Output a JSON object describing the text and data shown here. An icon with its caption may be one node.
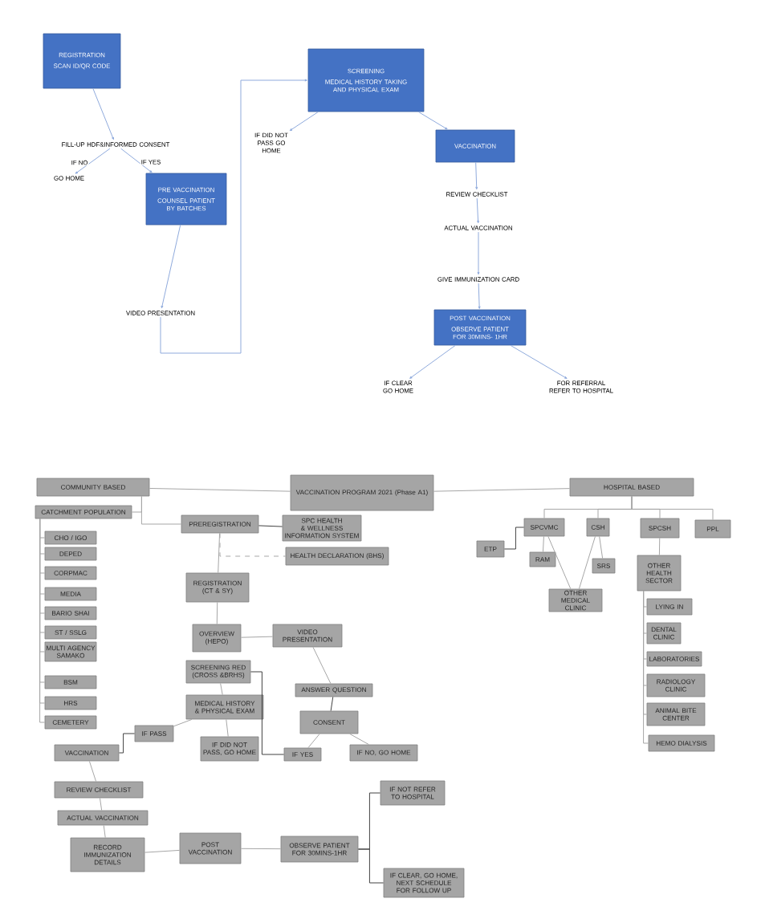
{
  "diagram": {
    "nodes": [
      {
        "text": [
          "REGISTRATION",
          "SCAN ID/QR CODE"
        ]
      },
      {
        "text": [
          "FILL-UP HDF&INFORMED CONSENT"
        ]
      },
      {
        "text": [
          "GO HOME"
        ]
      },
      {
        "text": [
          "PRE VACCINATION",
          "COUNSEL PATIENT BY BATCHES"
        ]
      },
      {
        "text": [
          "VIDEO PRESENTATION"
        ]
      },
      {
        "text": [
          "SCREENING",
          "MEDICAL HISTORY TAKING AND PHYSICAL EXAM"
        ]
      },
      {
        "text": [
          "IF DID NOT PASS GO HOME"
        ]
      },
      {
        "text": [
          "VACCINATION"
        ]
      },
      {
        "text": [
          "REVIEW CHECKLIST"
        ]
      },
      {
        "text": [
          "ACTUAL VACCINATION"
        ]
      },
      {
        "text": [
          "GIVE IMMUNIZATION CARD"
        ]
      },
      {
        "text": [
          "POST VACCINATION",
          "OBSERVE PATIENT FOR 30MINS- 1HR"
        ]
      },
      {
        "text": [
          "IF CLEAR GO HOME"
        ]
      },
      {
        "text": [
          "FOR REFERRAL REFER TO HOSPITAL"
        ]
      },
      {
        "text": [
          "COMMUNITY BASED"
        ]
      },
      {
        "text": [
          "VACCINATION PROGRAM 2021 (Phase A1)"
        ]
      },
      {
        "text": [
          "HOSPITAL BASED"
        ]
      },
      {
        "text": [
          "CATCHMENT POPULATION"
        ]
      },
      {
        "text": [
          "CHO / IGO"
        ]
      },
      {
        "text": [
          "DEPED"
        ]
      },
      {
        "text": [
          "CORPMAC"
        ]
      },
      {
        "text": [
          "MEDIA"
        ]
      },
      {
        "text": [
          "BARIO SHAI"
        ]
      },
      {
        "text": [
          "ST / SSLG"
        ]
      },
      {
        "text": [
          "MULTI AGENCY SAMAKO"
        ]
      },
      {
        "text": [
          "BSM"
        ]
      },
      {
        "text": [
          "HRS"
        ]
      },
      {
        "text": [
          "CEMETERY"
        ]
      },
      {
        "text": [
          "PREREGISTRATION"
        ]
      },
      {
        "text": [
          "SPC HEALTH & WELLNESS INFORMATION SYSTEM"
        ]
      },
      {
        "text": [
          "HEALTH DECLARATION (BHS)"
        ]
      },
      {
        "text": [
          "REGISTRATION (CT & SY)"
        ]
      },
      {
        "text": [
          "OVERVIEW (HEPO)"
        ]
      },
      {
        "text": [
          "VIDEO PRESENTATION"
        ]
      },
      {
        "text": [
          "SCREENING RED (CROSS &BRHS)"
        ]
      },
      {
        "text": [
          "MEDICAL HISTORY & PHYSICAL EXAM"
        ]
      },
      {
        "text": [
          "IF DID NOT PASS, GO HOME"
        ]
      },
      {
        "text": [
          "ANSWER QUESTION"
        ]
      },
      {
        "text": [
          "CONSENT"
        ]
      },
      {
        "text": [
          "IF YES"
        ]
      },
      {
        "text": [
          "IF NO, GO HOME"
        ]
      },
      {
        "text": [
          "IF PASS"
        ]
      },
      {
        "text": [
          "VACCINATION"
        ]
      },
      {
        "text": [
          "REVIEW CHECKLIST"
        ]
      },
      {
        "text": [
          "ACTUAL VACCINATION"
        ]
      },
      {
        "text": [
          "RECORD IMMUNIZATION DETAILS"
        ]
      },
      {
        "text": [
          "POST VACCINATION"
        ]
      },
      {
        "text": [
          "OBSERVE PATIENT FOR 30MINS-1HR"
        ]
      },
      {
        "text": [
          "IF NOT REFER TO HOSPITAL"
        ]
      },
      {
        "text": [
          "IF CLEAR, GO HOME, NEXT SCHEDULE FOR FOLLOW UP"
        ]
      },
      {
        "text": [
          "ETP"
        ]
      },
      {
        "text": [
          "SPCVMC"
        ]
      },
      {
        "text": [
          "RAM"
        ]
      },
      {
        "text": [
          "CSH"
        ]
      },
      {
        "text": [
          "SRS"
        ]
      },
      {
        "text": [
          "OTHER MEDICAL CLINIC"
        ]
      },
      {
        "text": [
          "SPCSH"
        ]
      },
      {
        "text": [
          "PPL"
        ]
      },
      {
        "text": [
          "OTHER HEALTH SECTOR"
        ]
      },
      {
        "text": [
          "LYING IN"
        ]
      },
      {
        "text": [
          "DENTAL CLINIC"
        ]
      },
      {
        "text": [
          "LABORATORIES"
        ]
      },
      {
        "text": [
          "RADIOLOGY CLINIC"
        ]
      },
      {
        "text": [
          "ANIMAL BITE CENTER"
        ]
      },
      {
        "text": [
          "HEMO DIALYSIS"
        ]
      }
    ],
    "edges": [
      {
        "from": 0,
        "to": 1,
        "arrow": "to",
        "color": "#8faadc"
      },
      {
        "from": 1,
        "to": 2,
        "arrow": "to",
        "label": "IF NO",
        "color": "#8faadc"
      },
      {
        "from": 1,
        "to": 3,
        "arrow": "to",
        "label": "IF YES",
        "color": "#8faadc"
      },
      {
        "from": 3,
        "to": 4,
        "arrow": "to",
        "color": "#8faadc"
      },
      {
        "from": 4,
        "to": 5,
        "arrow": "to",
        "color": "#8faadc"
      },
      {
        "from": 5,
        "to": 6,
        "arrow": "to",
        "color": "#8faadc"
      },
      {
        "from": 5,
        "to": 7,
        "arrow": "to",
        "color": "#8faadc"
      },
      {
        "from": 7,
        "to": 8,
        "arrow": "to",
        "color": "#8faadc"
      },
      {
        "from": 8,
        "to": 9,
        "arrow": "to",
        "color": "#8faadc"
      },
      {
        "from": 9,
        "to": 10,
        "arrow": "to",
        "color": "#8faadc"
      },
      {
        "from": 10,
        "to": 11,
        "arrow": "to",
        "color": "#8faadc"
      },
      {
        "from": 11,
        "to": 12,
        "arrow": "to",
        "color": "#8faadc"
      },
      {
        "from": 11,
        "to": 13,
        "arrow": "to",
        "color": "#8faadc"
      },
      {
        "from": 14,
        "to": 15,
        "arrow": "none"
      },
      {
        "from": 15,
        "to": 16,
        "arrow": "none"
      },
      {
        "from": 14,
        "to": 17,
        "arrow": "none"
      },
      {
        "from": 14,
        "to": 28,
        "arrow": "none"
      },
      {
        "from": 17,
        "to": 18,
        "arrow": "none"
      },
      {
        "from": 17,
        "to": 19,
        "arrow": "none"
      },
      {
        "from": 17,
        "to": 20,
        "arrow": "none"
      },
      {
        "from": 17,
        "to": 21,
        "arrow": "none"
      },
      {
        "from": 17,
        "to": 22,
        "arrow": "none"
      },
      {
        "from": 17,
        "to": 23,
        "arrow": "none"
      },
      {
        "from": 17,
        "to": 24,
        "arrow": "none"
      },
      {
        "from": 17,
        "to": 25,
        "arrow": "none"
      },
      {
        "from": 17,
        "to": 26,
        "arrow": "none"
      },
      {
        "from": 17,
        "to": 27,
        "arrow": "none"
      },
      {
        "from": 28,
        "to": 29,
        "arrow": "none",
        "color": "#404040"
      },
      {
        "from": 28,
        "to": 30,
        "arrow": "none",
        "style": "dashed"
      },
      {
        "from": 28,
        "to": 31,
        "arrow": "none"
      },
      {
        "from": 31,
        "to": 32,
        "arrow": "none"
      },
      {
        "from": 32,
        "to": 33,
        "arrow": "none"
      },
      {
        "from": 33,
        "to": 37,
        "arrow": "none"
      },
      {
        "from": 37,
        "to": 38,
        "arrow": "none",
        "color": "#404040"
      },
      {
        "from": 38,
        "to": 39,
        "arrow": "none"
      },
      {
        "from": 38,
        "to": 40,
        "arrow": "none"
      },
      {
        "from": 34,
        "to": 35,
        "arrow": "none"
      },
      {
        "from": 35,
        "to": 36,
        "arrow": "none"
      },
      {
        "from": 35,
        "to": 41,
        "arrow": "none"
      },
      {
        "from": 34,
        "to": 39,
        "arrow": "none",
        "color": "#404040"
      },
      {
        "from": 41,
        "to": 42,
        "arrow": "none",
        "color": "#404040"
      },
      {
        "from": 42,
        "to": 43,
        "arrow": "none"
      },
      {
        "from": 43,
        "to": 44,
        "arrow": "none"
      },
      {
        "from": 44,
        "to": 45,
        "arrow": "none"
      },
      {
        "from": 45,
        "to": 46,
        "arrow": "none"
      },
      {
        "from": 46,
        "to": 47,
        "arrow": "none"
      },
      {
        "from": 47,
        "to": 48,
        "arrow": "none",
        "color": "#404040"
      },
      {
        "from": 47,
        "to": 49,
        "arrow": "none",
        "color": "#404040"
      },
      {
        "from": 16,
        "to": 51,
        "arrow": "none"
      },
      {
        "from": 16,
        "to": 53,
        "arrow": "none"
      },
      {
        "from": 16,
        "to": 56,
        "arrow": "none"
      },
      {
        "from": 16,
        "to": 57,
        "arrow": "none"
      },
      {
        "from": 50,
        "to": 51,
        "arrow": "none",
        "color": "#404040"
      },
      {
        "from": 51,
        "to": 52,
        "arrow": "none"
      },
      {
        "from": 53,
        "to": 54,
        "arrow": "none"
      },
      {
        "from": 51,
        "to": 55,
        "arrow": "none"
      },
      {
        "from": 53,
        "to": 55,
        "arrow": "none"
      },
      {
        "from": 56,
        "to": 58,
        "arrow": "none"
      },
      {
        "from": 58,
        "to": 59,
        "arrow": "none"
      },
      {
        "from": 58,
        "to": 60,
        "arrow": "none"
      },
      {
        "from": 58,
        "to": 61,
        "arrow": "none"
      },
      {
        "from": 58,
        "to": 62,
        "arrow": "none"
      },
      {
        "from": 58,
        "to": 63,
        "arrow": "none"
      },
      {
        "from": 58,
        "to": 64,
        "arrow": "none"
      }
    ]
  }
}
